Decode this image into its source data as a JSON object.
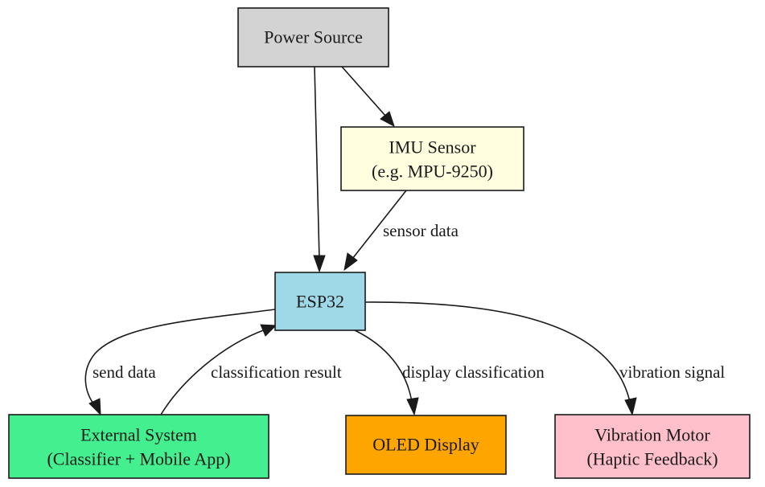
{
  "nodes": {
    "power": {
      "lines": [
        "Power Source"
      ],
      "fill": "#d3d3d3"
    },
    "imu": {
      "lines": [
        "IMU Sensor",
        "(e.g. MPU-9250)"
      ],
      "fill": "#ffffe0"
    },
    "esp32": {
      "lines": [
        "ESP32"
      ],
      "fill": "#9fd8e6"
    },
    "external": {
      "lines": [
        "External System",
        "(Classifier + Mobile App)"
      ],
      "fill": "#44ef8f"
    },
    "oled": {
      "lines": [
        "OLED Display"
      ],
      "fill": "#ffa500"
    },
    "motor": {
      "lines": [
        "Vibration Motor",
        "(Haptic Feedback)"
      ],
      "fill": "#ffc0cb"
    }
  },
  "edges": {
    "imu_esp32": {
      "label": "sensor data"
    },
    "esp32_external": {
      "label": "send data"
    },
    "external_esp32": {
      "label": "classification result"
    },
    "esp32_oled": {
      "label": "display classification"
    },
    "esp32_motor": {
      "label": "vibration signal"
    }
  }
}
